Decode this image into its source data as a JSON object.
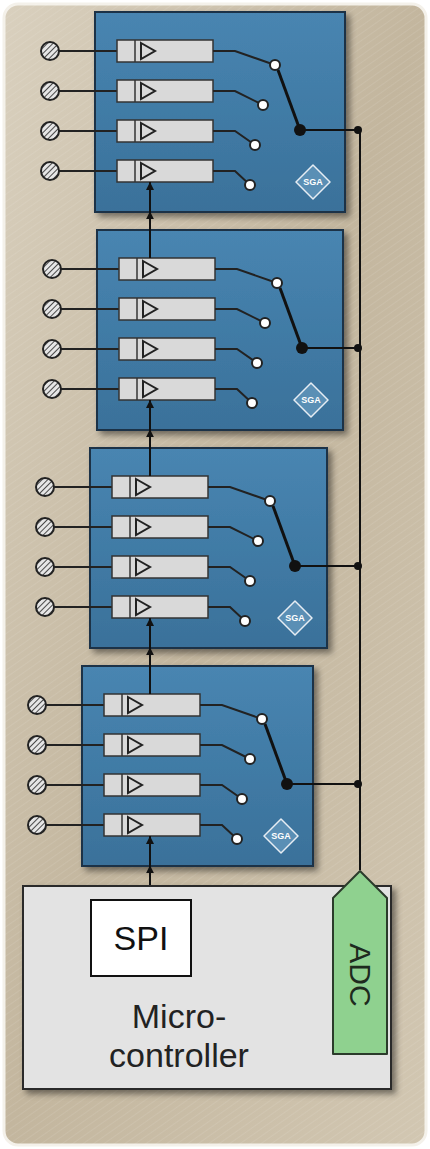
{
  "diagram": {
    "nodes": [
      {
        "text": [
          "SGA"
        ]
      },
      {
        "text": [
          "SGA"
        ]
      },
      {
        "text": [
          "SGA"
        ]
      },
      {
        "text": [
          "SGA"
        ]
      },
      {
        "text": [
          "Micro- controller"
        ]
      },
      {
        "text": [
          "SPI"
        ],
        "in": 4
      },
      {
        "text": [
          "ADC"
        ],
        "in": 4
      }
    ],
    "edges": [
      {
        "from": 5,
        "to": 3,
        "arrow": "to"
      },
      {
        "from": 3,
        "to": 2,
        "arrow": "to"
      },
      {
        "from": 2,
        "to": 1,
        "arrow": "to"
      },
      {
        "from": 1,
        "to": 0,
        "arrow": "to"
      },
      {
        "from": 0,
        "to": 6,
        "arrow": "none"
      },
      {
        "from": 1,
        "to": 6,
        "arrow": "none"
      },
      {
        "from": 2,
        "to": 6,
        "arrow": "none"
      },
      {
        "from": 3,
        "to": 6,
        "arrow": "none"
      }
    ]
  }
}
